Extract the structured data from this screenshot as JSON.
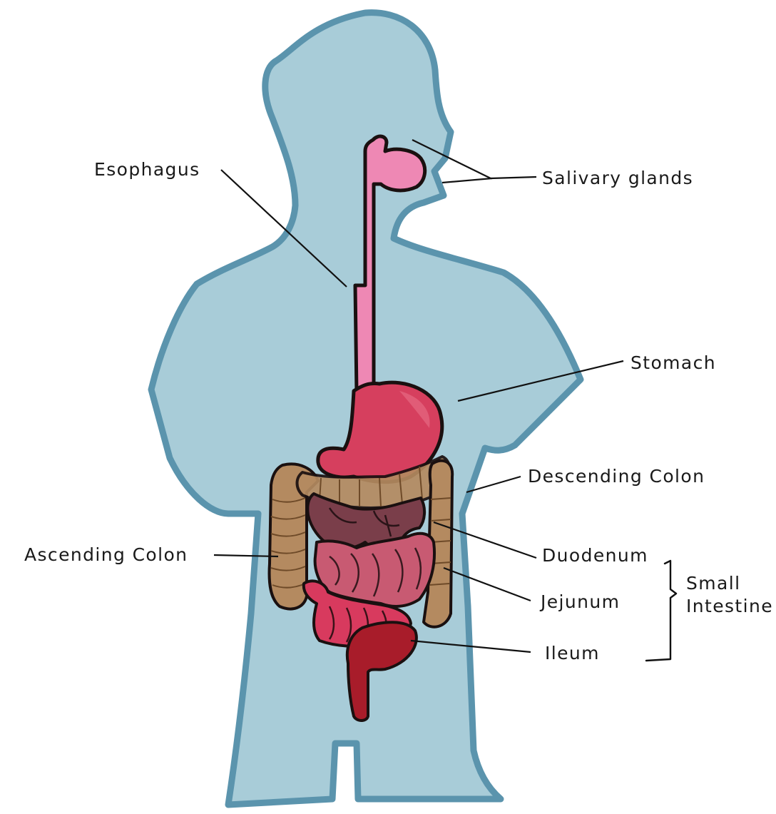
{
  "colors": {
    "background": "#ffffff",
    "body_fill": "#a8ccd8",
    "body_outline": "#5b94ad",
    "esophagus": "#ee88b4",
    "stomach": "#d63f5e",
    "large_intestine": "#b48a60",
    "duodenum": "#7a3e4a",
    "jejunum": "#c85a72",
    "ileum": "#d83a5e",
    "rectum": "#a81c2a",
    "leader_line": "#111111"
  },
  "labels": {
    "esophagus": "Esophagus",
    "salivary_glands": "Salivary glands",
    "stomach": "Stomach",
    "descending_colon": "Descending Colon",
    "ascending_colon": "Ascending Colon",
    "duodenum": "Duodenum",
    "jejunum": "Jejunum",
    "ileum": "Ileum",
    "small_intestine_line1": "Small",
    "small_intestine_line2": "Intestine"
  }
}
